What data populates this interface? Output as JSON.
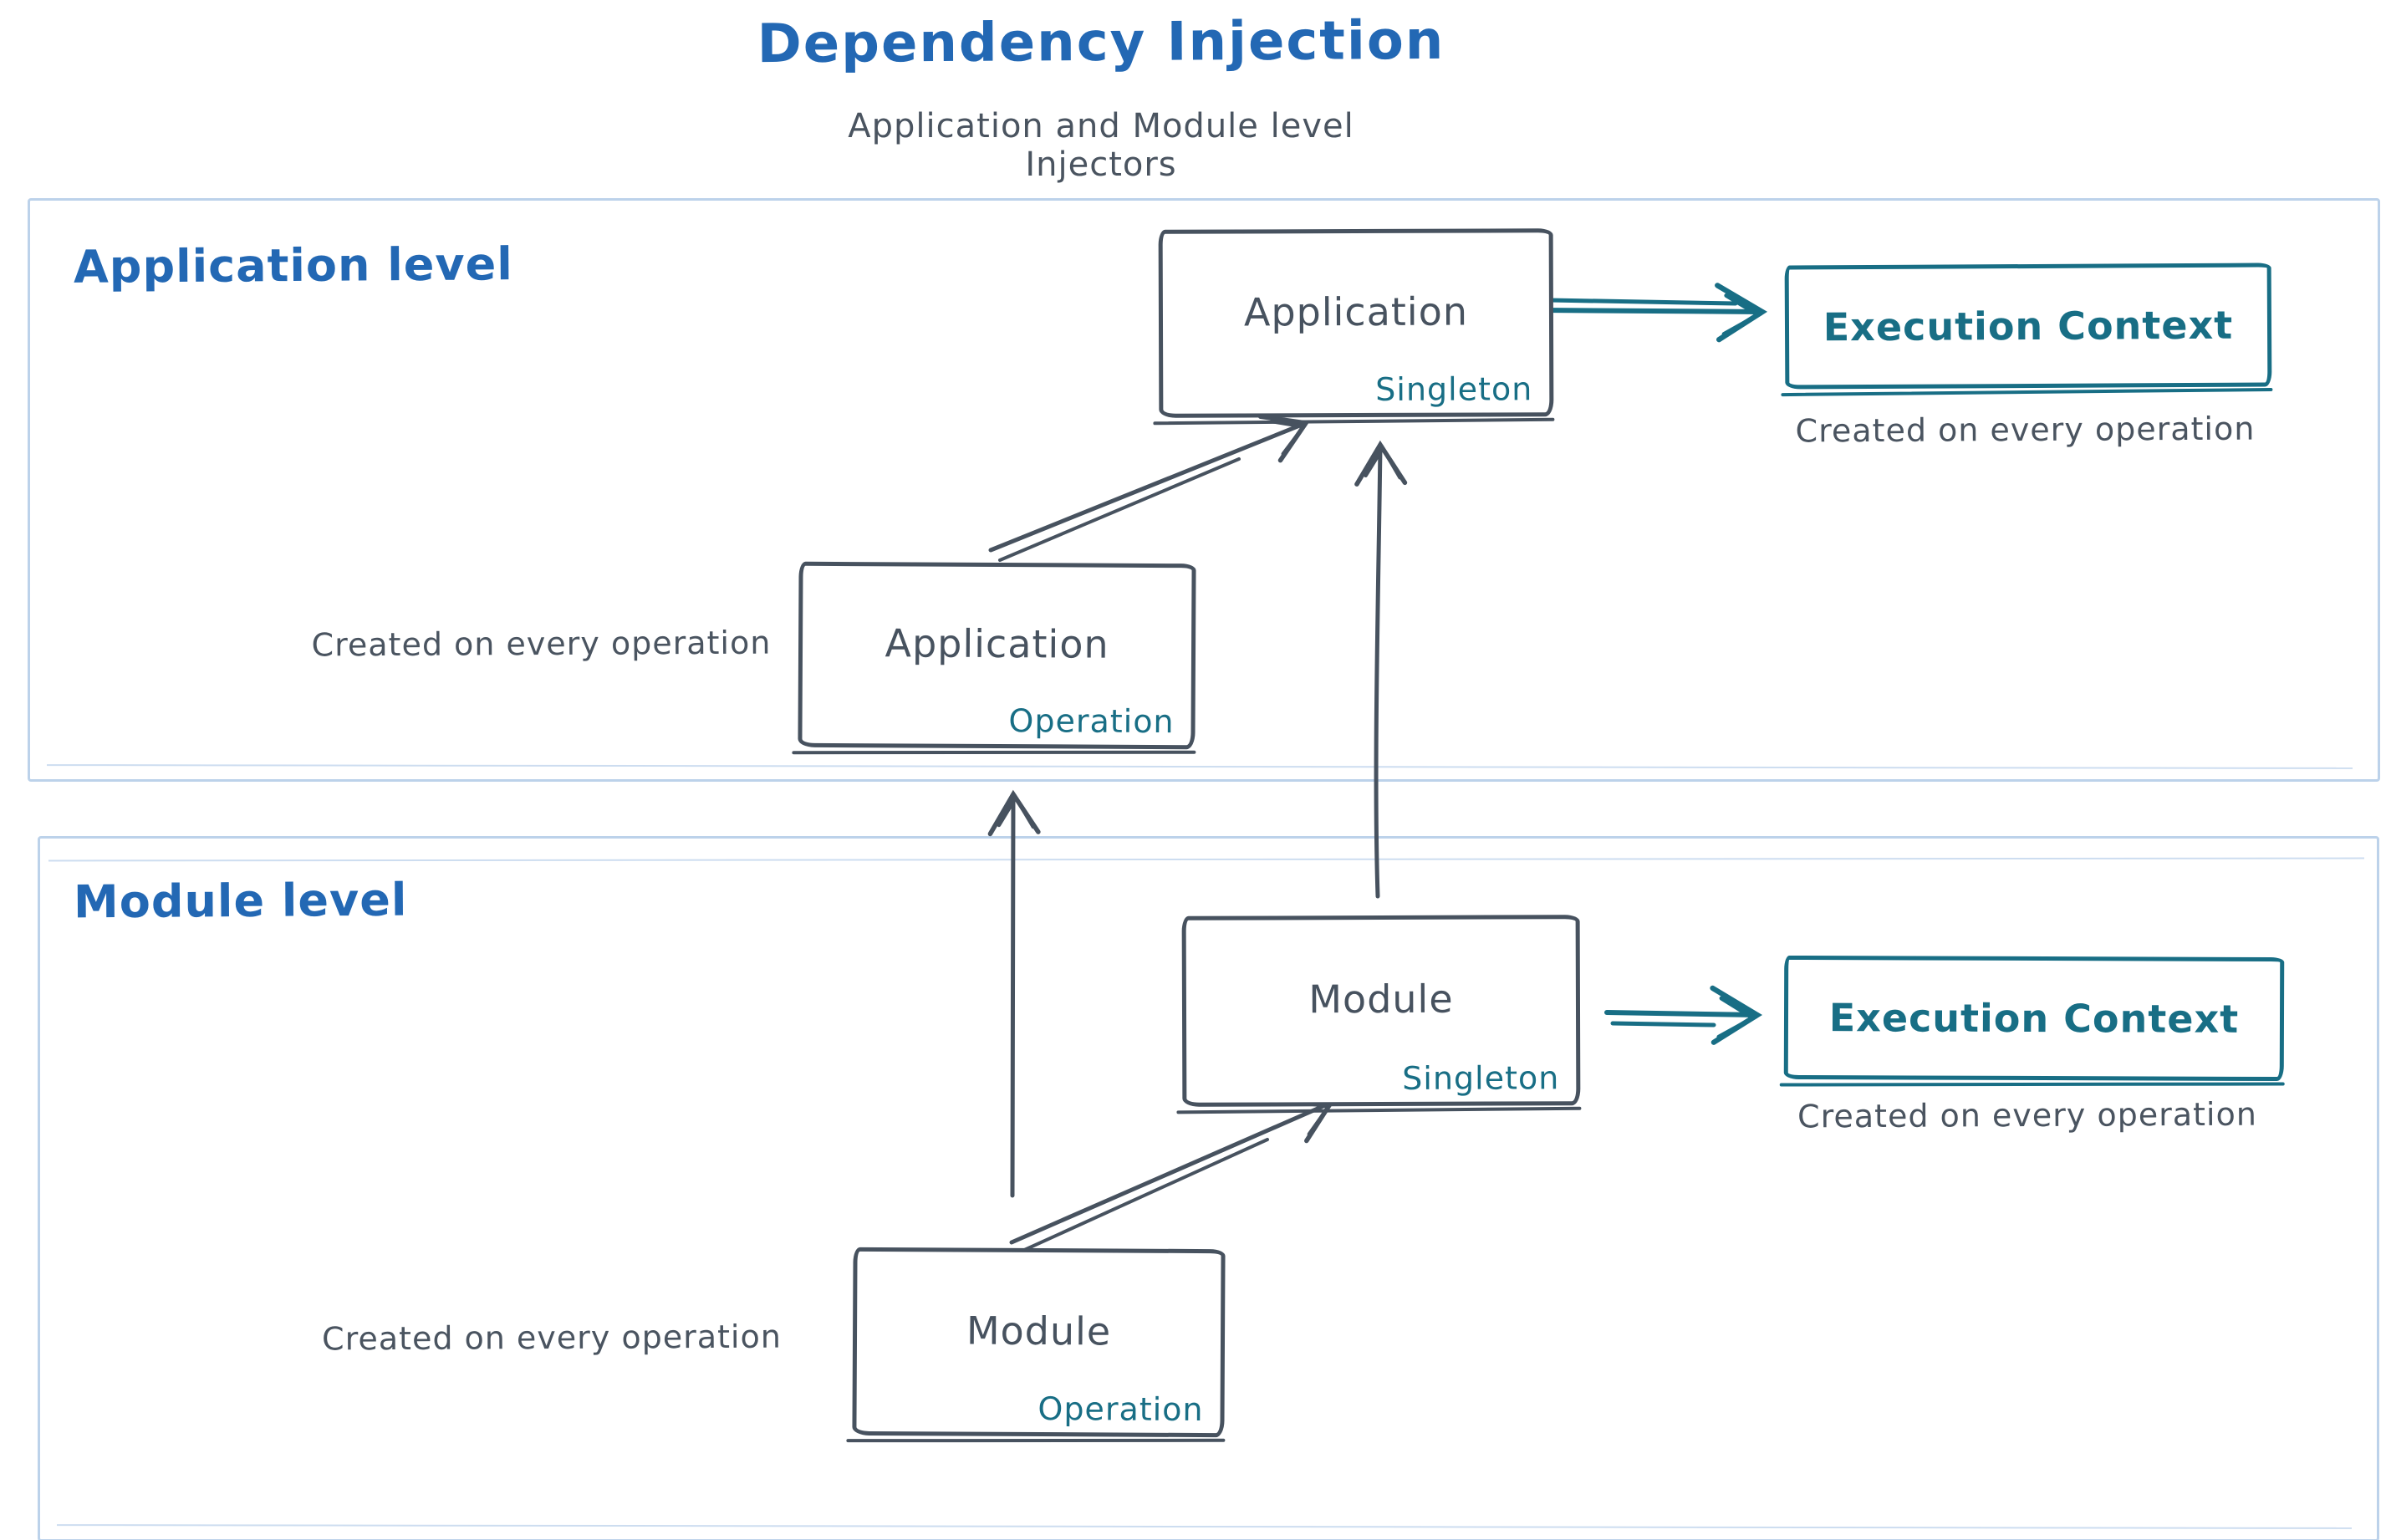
{
  "title": "Dependency Injection",
  "subtitle": "Application and Module level Injectors",
  "colors": {
    "heading_blue": "#2368b4",
    "stroke_dark": "#47525f",
    "accent_teal": "#186e85",
    "note_gray": "#4a5460",
    "container_border": "#bcd2ea"
  },
  "sections": {
    "application": {
      "label": "Application level"
    },
    "module": {
      "label": "Module level"
    }
  },
  "nodes": {
    "app_singleton": {
      "title": "Application",
      "badge": "Singleton"
    },
    "app_operation": {
      "title": "Application",
      "badge": "Operation"
    },
    "module_singleton": {
      "title": "Module",
      "badge": "Singleton"
    },
    "module_operation": {
      "title": "Module",
      "badge": "Operation"
    },
    "ec_top": {
      "title": "Execution Context"
    },
    "ec_bottom": {
      "title": "Execution Context"
    }
  },
  "annotations": {
    "ec_top_note": "Created on every operation",
    "app_operation_note": "Created on every operation",
    "ec_bottom_note": "Created on every operation",
    "module_operation_note": "Created on every operation"
  },
  "edges": [
    {
      "from": "app_operation",
      "to": "app_singleton",
      "style": "dark-sketch"
    },
    {
      "from": "module_singleton",
      "to": "app_singleton",
      "style": "dark-sketch"
    },
    {
      "from": "module_operation",
      "to": "app_operation",
      "style": "dark-sketch"
    },
    {
      "from": "module_operation",
      "to": "module_singleton",
      "style": "dark-sketch"
    },
    {
      "from": "app_singleton",
      "to": "ec_top",
      "style": "teal"
    },
    {
      "from": "module_singleton",
      "to": "ec_bottom",
      "style": "teal"
    }
  ]
}
